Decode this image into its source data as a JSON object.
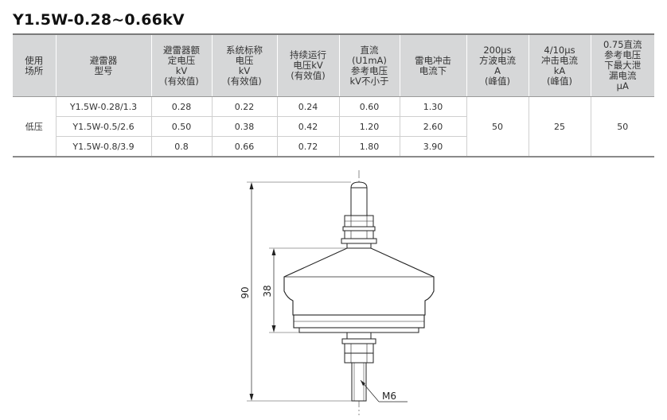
{
  "title": "Y1.5W-0.28~0.66kV",
  "table": {
    "headers": [
      [
        "使用",
        "场所"
      ],
      [
        "避雷器",
        "型号"
      ],
      [
        "避雷器额",
        "定电压",
        "kV",
        "(有效值)"
      ],
      [
        "系统标称",
        "电压",
        "kV",
        "(有效值)"
      ],
      [
        "持续运行",
        "电压kV",
        "(有效值)"
      ],
      [
        "直流",
        "(U1mA)",
        "参考电压",
        "kV不小于"
      ],
      [
        "雷电冲击",
        "电流下"
      ],
      [
        "200μs",
        "方波电流",
        "A",
        "(峰值)"
      ],
      [
        "4/10μs",
        "冲击电流",
        "kA",
        "(峰值)"
      ],
      [
        "0.75直流",
        "参考电压",
        "下最大泄",
        "漏电流",
        "μA"
      ]
    ],
    "location": "低压",
    "rows": [
      {
        "model": "Y1.5W-0.28/1.3",
        "rated": "0.28",
        "system": "0.22",
        "continuous": "0.24",
        "dc_ref": "0.60",
        "lightning": "1.30"
      },
      {
        "model": "Y1.5W-0.5/2.6",
        "rated": "0.50",
        "system": "0.38",
        "continuous": "0.42",
        "dc_ref": "1.20",
        "lightning": "2.60"
      },
      {
        "model": "Y1.5W-0.8/3.9",
        "rated": "0.8",
        "system": "0.66",
        "continuous": "0.72",
        "dc_ref": "1.80",
        "lightning": "3.90"
      }
    ],
    "shared": {
      "square_wave": "50",
      "impulse": "25",
      "leakage": "50"
    }
  },
  "drawing": {
    "dim_overall": "90",
    "dim_body": "38",
    "thread_label": "M6"
  }
}
